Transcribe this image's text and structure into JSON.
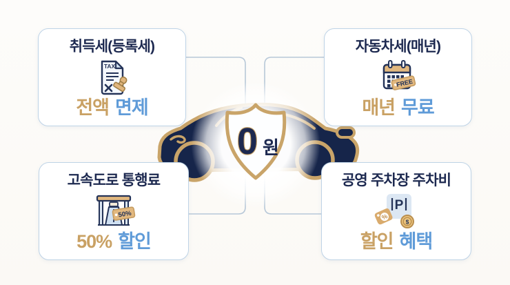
{
  "scene": {
    "description_badge": {
      "value": "0",
      "unit": "원"
    }
  },
  "palette": {
    "navy": "#1d2950",
    "gold_text": "#c9a164",
    "blue_text": "#5f9bd8",
    "car_navy": "#16254a",
    "car_gold_outline": "#c9a469",
    "card_border": "#bed3e6",
    "connector_line": "#b7c8d8",
    "tan_icon_fill": "#e2b87f",
    "light_blue_icon_fill": "#d3e2f1"
  },
  "cards": [
    {
      "title": "취득세(등록세)",
      "icon": "tax-document-stamp-icon",
      "icon_text": "TAX",
      "benefit_primary": "전액",
      "benefit_secondary": "면제"
    },
    {
      "title": "자동차세(매년)",
      "icon": "calendar-free-tag-icon",
      "icon_text": "FREE",
      "benefit_primary": "매년",
      "benefit_secondary": "무료"
    },
    {
      "title": "고속도로 통행료",
      "icon": "toll-gate-discount-icon",
      "icon_text": "50%",
      "benefit_primary": "50%",
      "benefit_secondary": "할인"
    },
    {
      "title": "공영 주차장 주차비",
      "icon": "parking-sign-coin-icon",
      "icon_sign_text": "P",
      "icon_tag_text": "%",
      "icon_coin_text": "$",
      "benefit_primary": "할인",
      "benefit_secondary": "혜택"
    }
  ]
}
